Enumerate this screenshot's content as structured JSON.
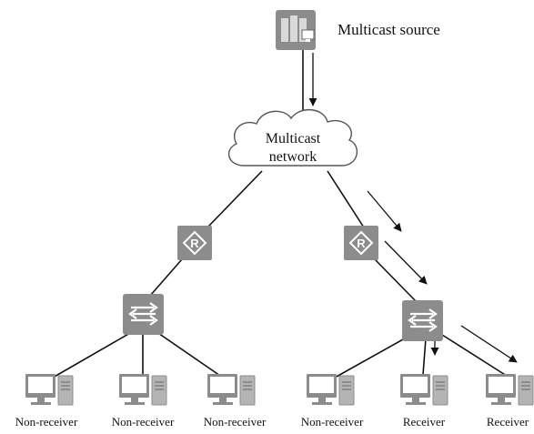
{
  "source": {
    "label": "Multicast source"
  },
  "network": {
    "line1": "Multicast",
    "line2": "network"
  },
  "hosts": [
    {
      "label": "Non-receiver",
      "role": "non-receiver"
    },
    {
      "label": "Non-receiver",
      "role": "non-receiver"
    },
    {
      "label": "Non-receiver",
      "role": "non-receiver"
    },
    {
      "label": "Non-receiver",
      "role": "non-receiver"
    },
    {
      "label": "Receiver",
      "role": "receiver"
    },
    {
      "label": "Receiver",
      "role": "receiver"
    }
  ],
  "icons": {
    "router": "router-icon",
    "switch": "switch-icon",
    "host": "computer-icon",
    "source": "server-icon"
  },
  "colors": {
    "device_fill": "#8c8c8c",
    "device_light": "#b4b4b4",
    "line": "#111111",
    "cloud_stroke": "#555555"
  }
}
